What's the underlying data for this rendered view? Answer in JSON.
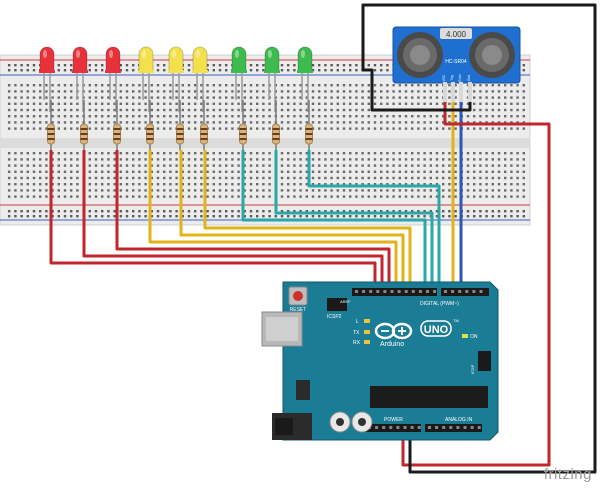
{
  "app": {
    "brand": "fritzing"
  },
  "board": {
    "reset_label": "RESET",
    "icsp2_label": "ICSP2",
    "icsp_label": "ICSP",
    "digital_label": "DIGITAL (PWM~)",
    "logo_text": "UNO",
    "brand_text": "Arduino",
    "tm": "TM",
    "power_label": "POWER",
    "analog_label": "ANALOG IN",
    "on_label": "ON",
    "l_label": "L",
    "tx_label": "TX",
    "rx_label": "RX",
    "aref": "AREF",
    "gnd": "GND"
  },
  "sensor": {
    "crystal_label": "4.000",
    "model_label": "HC-SR04",
    "pins": [
      "VCC",
      "Trig",
      "Echo",
      "Gnd"
    ]
  },
  "leds": [
    {
      "color": "red",
      "hex": "#e8323a"
    },
    {
      "color": "red",
      "hex": "#e8323a"
    },
    {
      "color": "red",
      "hex": "#e8323a"
    },
    {
      "color": "yellow",
      "hex": "#f4e04a"
    },
    {
      "color": "yellow",
      "hex": "#f4e04a"
    },
    {
      "color": "yellow",
      "hex": "#f4e04a"
    },
    {
      "color": "green",
      "hex": "#3dbb4f"
    },
    {
      "color": "green",
      "hex": "#3dbb4f"
    },
    {
      "color": "green",
      "hex": "#3dbb4f"
    }
  ],
  "colors": {
    "board": "#1b7c95",
    "breadboard": "#e9e9e9",
    "wire_red": "#c0262b",
    "wire_yellow": "#e2b319",
    "wire_teal": "#2aa7a7",
    "wire_blue": "#2f58b3",
    "wire_black": "#1a1a1a",
    "sensor": "#1f6fd1"
  }
}
